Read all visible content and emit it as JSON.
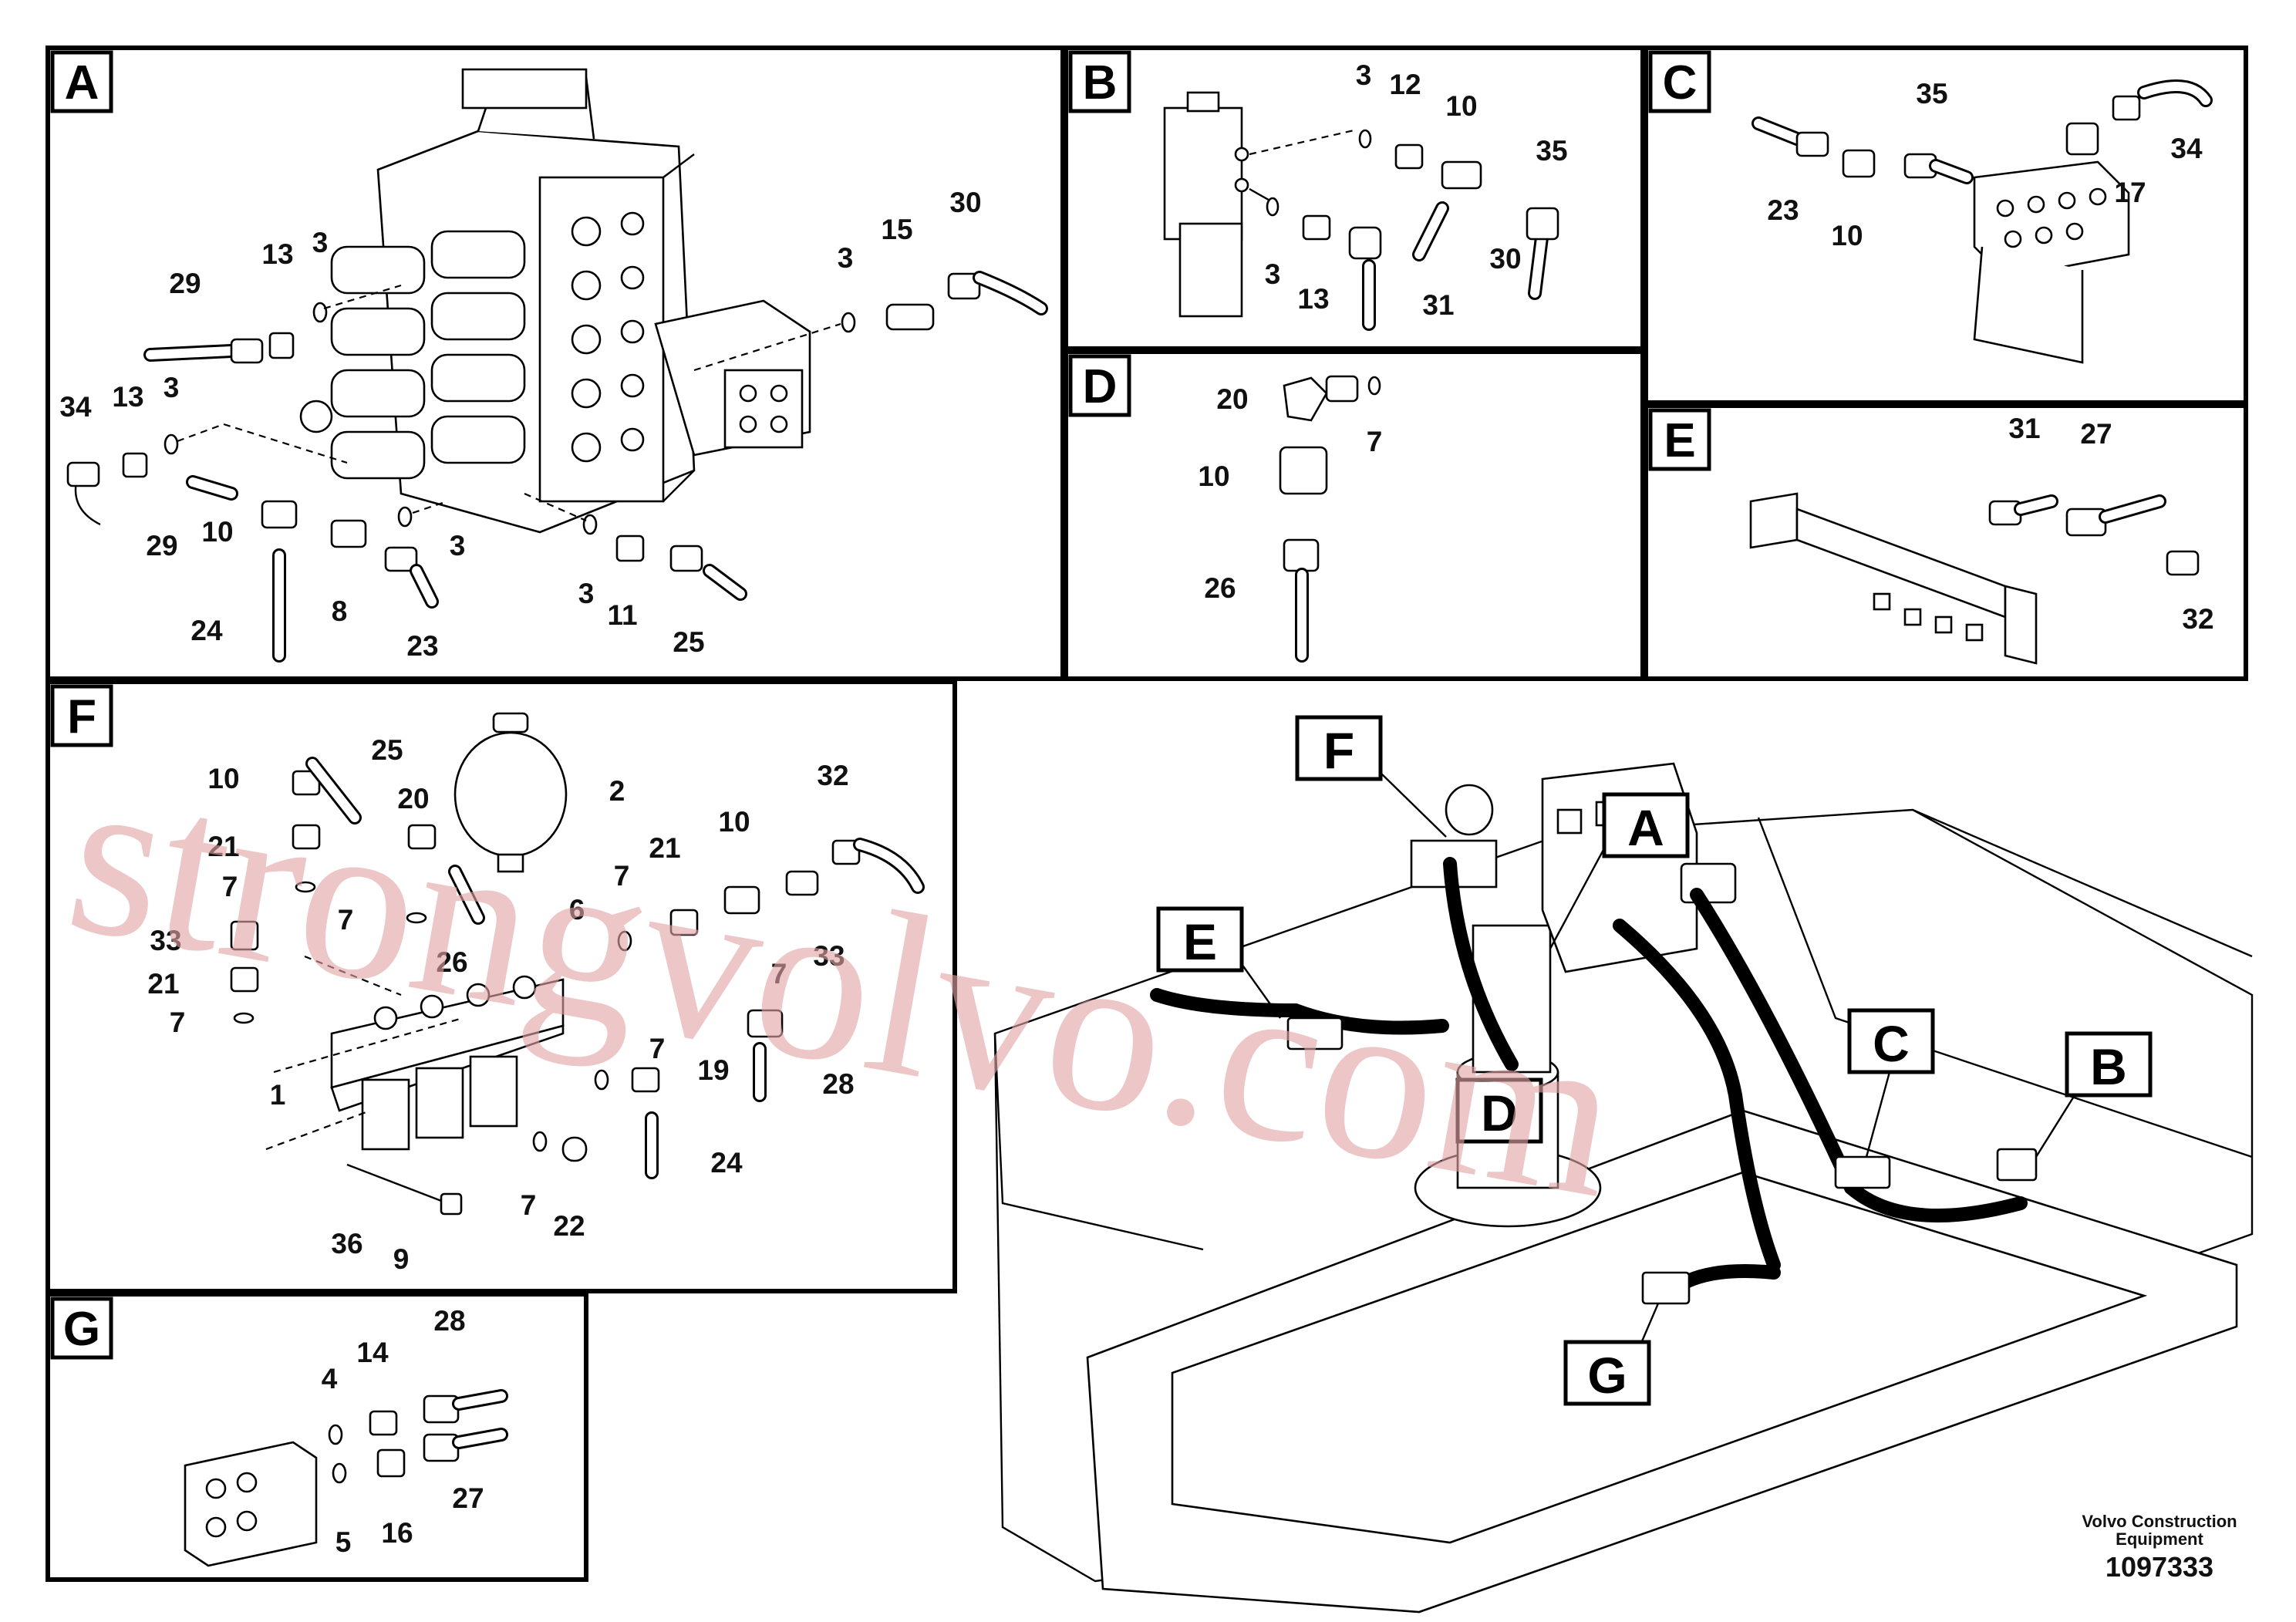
{
  "panels": {
    "A": {
      "tag": "A",
      "labels": [
        "29",
        "13",
        "3",
        "30",
        "15",
        "3",
        "34",
        "13",
        "3",
        "29",
        "10",
        "8",
        "3",
        "3",
        "11",
        "25",
        "24",
        "23"
      ]
    },
    "B": {
      "tag": "B",
      "labels": [
        "3",
        "12",
        "10",
        "35",
        "30",
        "3",
        "13",
        "31"
      ]
    },
    "C": {
      "tag": "C",
      "labels": [
        "35",
        "34",
        "23",
        "10",
        "17"
      ]
    },
    "D": {
      "tag": "D",
      "labels": [
        "20",
        "7",
        "10",
        "26"
      ]
    },
    "E": {
      "tag": "E",
      "labels": [
        "31",
        "27",
        "32"
      ]
    },
    "F": {
      "tag": "F",
      "labels": [
        "10",
        "25",
        "2",
        "20",
        "32",
        "10",
        "21",
        "7",
        "21",
        "7",
        "6",
        "7",
        "33",
        "33",
        "26",
        "21",
        "7",
        "7",
        "1",
        "7",
        "19",
        "28",
        "24",
        "36",
        "9",
        "7",
        "22"
      ]
    },
    "G": {
      "tag": "G",
      "labels": [
        "28",
        "14",
        "4",
        "27",
        "5",
        "16"
      ]
    }
  },
  "overview": {
    "callouts": [
      "F",
      "A",
      "E",
      "C",
      "B",
      "D",
      "G"
    ]
  },
  "watermark": "strongvolvo.com",
  "footer": {
    "line1": "Volvo Construction",
    "line2": "Equipment",
    "drawing_number": "1097333"
  }
}
